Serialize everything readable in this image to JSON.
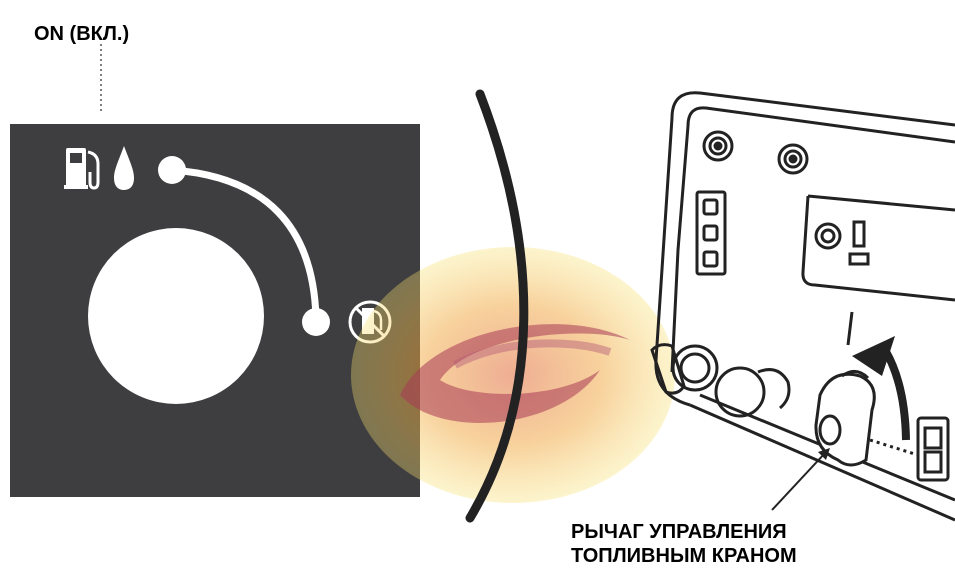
{
  "labels": {
    "on": "ON (ВКЛ.)",
    "lever_line1": "РЫЧАГ УПРАВЛЕНИЯ",
    "lever_line2": "ТОПЛИВНЫМ КРАНОМ"
  },
  "colors": {
    "panel": "#3e3e40",
    "ink": "#1e1e1e",
    "paper": "#ffffff",
    "watermark_red": "#c8232c",
    "watermark_yellow": "#f5d31c"
  },
  "icons": {
    "fuel_on": "fuel-pump-drop-icon",
    "fuel_off": "no-fuel-icon",
    "arrow": "rotation-arrow-icon"
  }
}
